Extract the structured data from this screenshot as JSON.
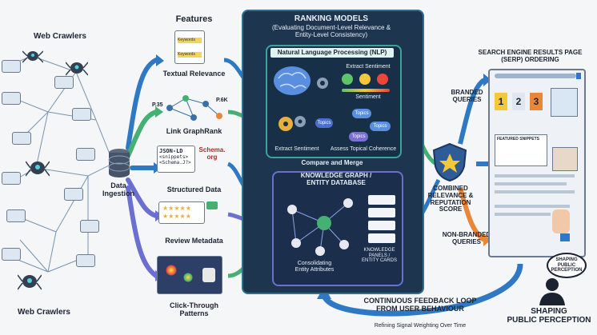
{
  "left": {
    "title_top": "Web Crawlers",
    "title_bottom": "Web Crawlers",
    "ingestion": "Data\nIngestion"
  },
  "features": {
    "heading": "Features",
    "textual_relevance": "Textual Relevance",
    "keywords_1": "Keywords",
    "keywords_2": "Keywords",
    "link_graphrank": "Link GraphRank",
    "link_p35": "P.35",
    "link_p6k": "P.6K",
    "json_ld": "JSON-LD",
    "json_snippets": "<snippets>",
    "json_schema": "<Schema.J?>",
    "schema_org": "Schema.\norg",
    "structured_data": "Structured Data",
    "review_metadata": "Review Metadata",
    "click_through": "Click-Through\nPatterns"
  },
  "ranking": {
    "title": "RANKING MODELS",
    "subtitle": "(Evaluating Document-Level Relevance &\nEntity-Level Consistency)",
    "nlp_title": "Natural Language Processing (NLP)",
    "extract_sentiment_top": "Extract Sentiment",
    "sentiment": "Sentiment",
    "topics": [
      "Topics",
      "Topics",
      "Topics",
      "Topics"
    ],
    "extract_sentiment_bottom": "Extract Sentiment",
    "assess_coherence": "Assess Topical Coherence",
    "compare_merge": "Compare and Merge",
    "kg_title": "KNOWLEDGE GRAPH /\nENTITY DATABASE",
    "consolidating": "Consolidating\nEntity Attributes",
    "knowledge_panels": "KNOWLEDGE\nPANELS /\nENTITY CARDS"
  },
  "score": {
    "label": "COMBINED\nRELEVANCE &\nREPUTATION\nSCORE"
  },
  "serp": {
    "title": "SEARCH ENGINE RESULTS PAGE\n(SERP) ORDERING",
    "branded": "BRANDED\nQUERIES",
    "non_branded": "NON-BRANDED\nQUERIES",
    "ranks": [
      "1",
      "2",
      "3"
    ],
    "featured": "FEATURED SNIPPETS"
  },
  "perception": {
    "bubble": "SHAPING\nPUBLIC\nPERCEPTION",
    "label": "SHAPING\nPUBLIC PERCEPTION"
  },
  "feedback": {
    "title": "CONTINUOUS FEEDBACK LOOP\nFROM USER BEHAVIOUR",
    "sub": "Refining Signal Weighting Over Time"
  },
  "colors": {
    "panel": "#1e3550",
    "teal": "#3aa89c",
    "purple": "#6a6fd0",
    "arrow_blue": "#2f78c4",
    "arrow_green": "#44b072",
    "arrow_orange": "#e8873a"
  }
}
